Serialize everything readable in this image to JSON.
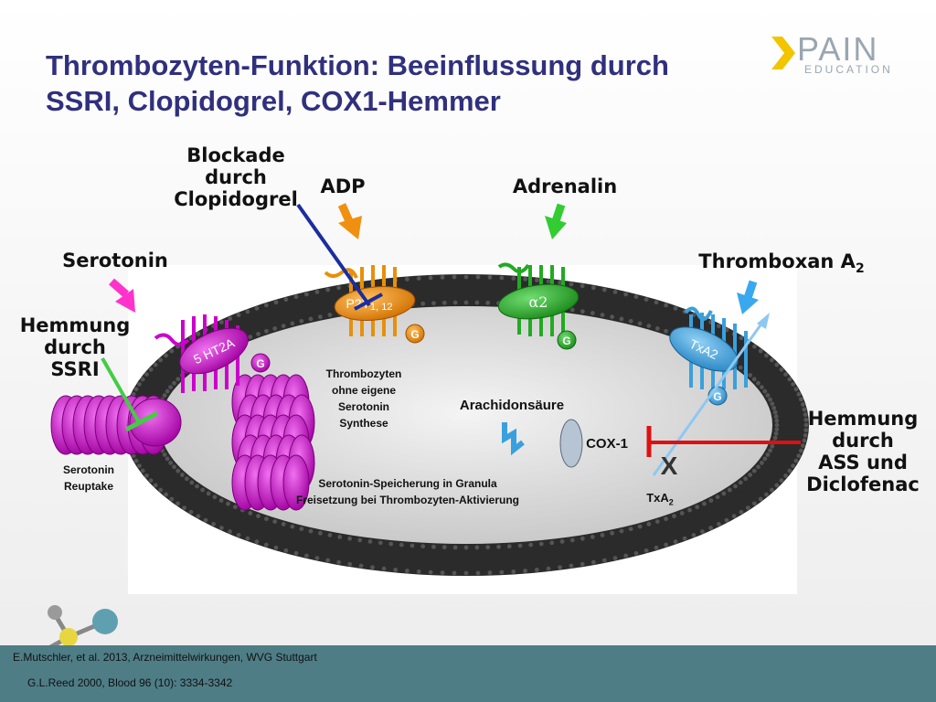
{
  "title": {
    "line1": "Thrombozyten-Funktion: Beeinflussung durch",
    "line2": "SSRI, Clopidogrel, COX1-Hemmer"
  },
  "logo": {
    "main": "PAIN",
    "sub": "EDUCATION",
    "icon": "chevron-icon"
  },
  "labels": {
    "blockade": [
      "Blockade",
      "durch",
      "Clopidogrel"
    ],
    "adp": "ADP",
    "adrenalin": "Adrenalin",
    "serotonin": "Serotonin",
    "thromboxan": "Thromboxan A",
    "thromboxan_sub": "2",
    "ssri": [
      "Hemmung",
      "durch",
      "SSRI"
    ],
    "ass": [
      "Hemmung",
      "durch",
      "ASS und",
      "Diclofenac"
    ]
  },
  "receptors": {
    "p2y": "P2Y",
    "p2y_sub": "1, 12",
    "alpha2": "α2",
    "ht2a": "5 HT2A",
    "txa2": "TxA2",
    "g": "G"
  },
  "inner": {
    "thrombo": [
      "Thrombozyten",
      "ohne eigene",
      "Serotonin",
      "Synthese"
    ],
    "arachidon": "Arachidonsäure",
    "cox1": "COX-1",
    "x_mark": "X",
    "txa2": "TxA",
    "txa2_sub": "2",
    "storage": [
      "Serotonin-Speicherung in Granula",
      "Freisetzung bei Thrombozyten-Aktivierung"
    ],
    "reuptake": [
      "Serotonin",
      "Reuptake"
    ]
  },
  "references": [
    "E.Mutschler, et al. 2013, Arzneimittelwirkungen, WVG Stuttgart",
    "G.L.Reed 2000, Blood 96 (10): 3334-3342"
  ],
  "colors": {
    "title": "#30307e",
    "footer": "#4e7d86",
    "membrane": "#222222",
    "magenta": "#cc00cc",
    "orange": "#e8900a",
    "green": "#22aa22",
    "blue": "#3aa0dd",
    "pink_arrow": "#ff44cc",
    "blue_line": "#1a2ea0",
    "red": "#dd1111"
  }
}
